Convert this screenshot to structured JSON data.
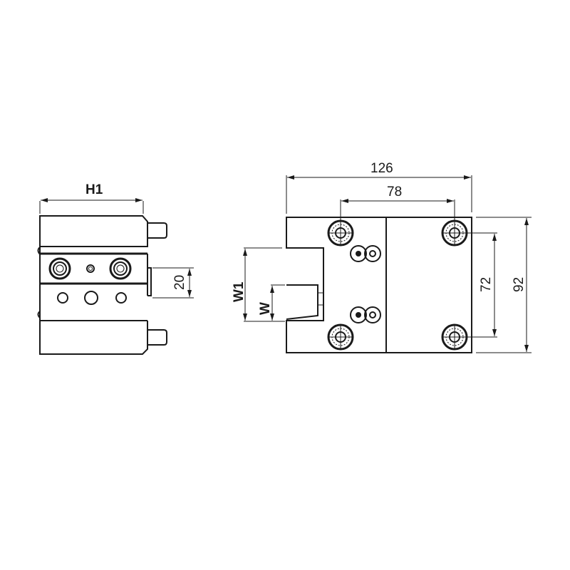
{
  "drawing": {
    "side_view": {
      "width_label": "H1",
      "slot_dimension": "20"
    },
    "front_view": {
      "overall_width": "126",
      "bolt_spacing_horizontal": "78",
      "bolt_spacing_vertical": "72",
      "overall_height": "92",
      "slot_height_label": "W1",
      "tool_height_label": "W"
    },
    "colors": {
      "line": "#1a1a1a",
      "background": "#ffffff"
    }
  }
}
